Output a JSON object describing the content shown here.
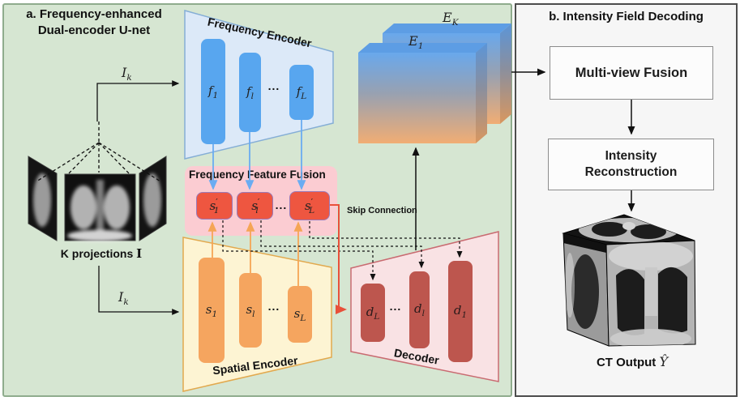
{
  "colors": {
    "panel_a_bg": "#d6e6d2",
    "panel_a_border": "#8fac8d",
    "panel_b_bg": "#f6f6f6",
    "panel_b_border": "#4d4d4d",
    "freq_trapezoid_fill": "#dce9f8",
    "freq_trapezoid_border": "#85aed6",
    "freq_box": "#58a6ef",
    "fusion_bg": "#fbccd2",
    "sprime_box": "#ee5640",
    "sprime_border": "#9a7ab8",
    "spatial_trapezoid_fill": "#fdf4d3",
    "spatial_trapezoid_border": "#e2a94e",
    "s_box": "#f5a55f",
    "decoder_trapezoid_fill": "#f9e2e4",
    "decoder_trapezoid_border": "#c96b71",
    "d_box": "#bd564e",
    "arrow_blue": "#6aacf2",
    "arrow_orange": "#f5a555",
    "arrow_red": "#e8503a",
    "arrow_black": "#111111",
    "feature_block_top": "#69a8ec",
    "feature_block_bottom": "#f1ad74"
  },
  "panel_a": {
    "title_line1": "a. Frequency-enhanced",
    "title_line2": "Dual-encoder U-net",
    "input_top": {
      "b": "I",
      "s": "k"
    },
    "input_bottom": {
      "b": "I",
      "s": "k"
    },
    "projections_label": "K projections",
    "projections_math": "I",
    "dots": "...",
    "freq_encoder": {
      "title": "Frequency Encoder",
      "items": [
        {
          "b": "f",
          "s": "1"
        },
        {
          "b": "f",
          "s": "l"
        },
        {
          "b": "f",
          "s": "L"
        }
      ]
    },
    "fusion": {
      "title": "Frequency Feature Fusion",
      "items": [
        {
          "b": "s",
          "p": "′",
          "s": "1"
        },
        {
          "b": "s",
          "p": "′",
          "s": "l"
        },
        {
          "b": "s",
          "p": "′",
          "s": "L"
        }
      ]
    },
    "spatial_encoder": {
      "title": "Spatial Encoder",
      "items": [
        {
          "b": "s",
          "s": "1"
        },
        {
          "b": "s",
          "s": "l"
        },
        {
          "b": "s",
          "s": "L"
        }
      ]
    },
    "decoder": {
      "title": "Decoder",
      "items": [
        {
          "b": "d",
          "s": "L"
        },
        {
          "b": "d",
          "s": "l"
        },
        {
          "b": "d",
          "s": "1"
        }
      ]
    },
    "skip_label": "Skip Connection",
    "blocks": {
      "back": {
        "b": "E",
        "s": "K"
      },
      "front": {
        "b": "E",
        "s": "1"
      }
    }
  },
  "panel_b": {
    "title": "b. Intensity Field Decoding",
    "fusion_box": "Multi-view Fusion",
    "recon_line1": "Intensity",
    "recon_line2": "Reconstruction",
    "output_label": "CT Output",
    "output_math": "Ŷ"
  }
}
